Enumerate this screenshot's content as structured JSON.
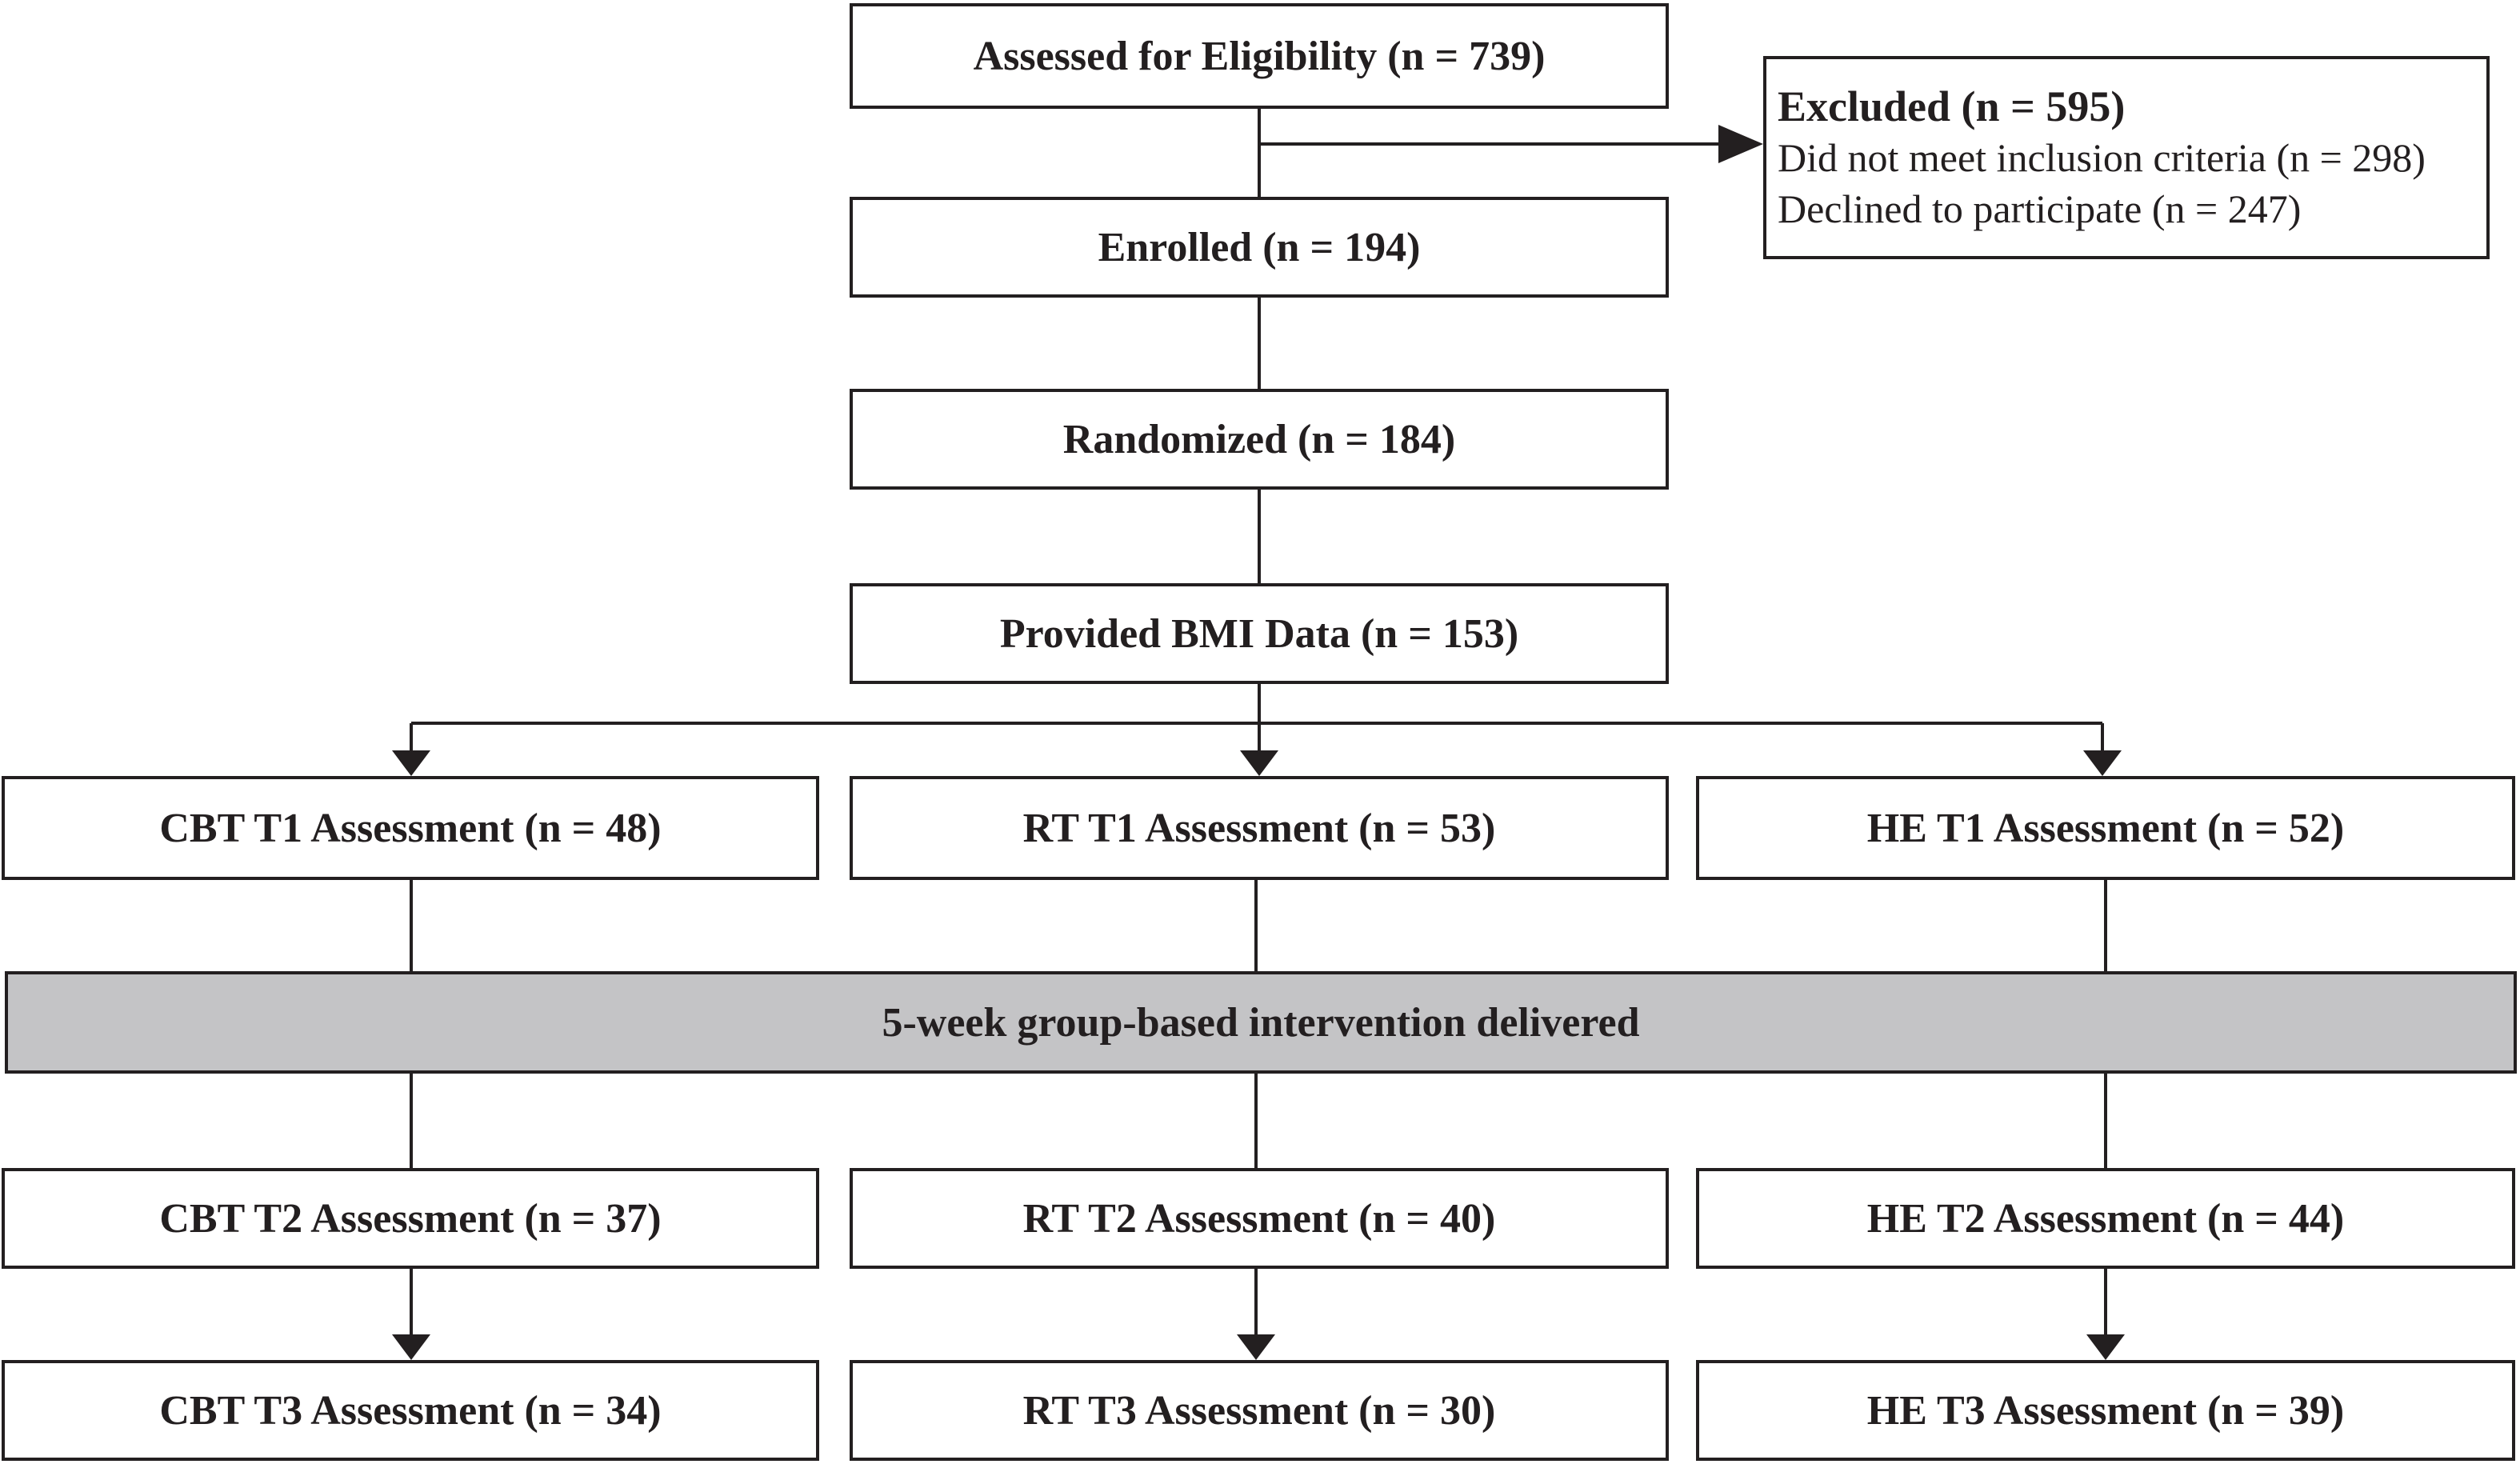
{
  "flow": {
    "assessed": "Assessed for Eligibility (n = 739)",
    "excluded": {
      "title": "Excluded (n = 595)",
      "reasons": [
        "Did not meet inclusion criteria (n = 298)",
        "Declined to participate (n = 247)"
      ]
    },
    "enrolled": "Enrolled (n = 194)",
    "randomized": "Randomized (n = 184)",
    "bmi": "Provided BMI Data (n = 153)",
    "intervention": "5-week group-based intervention delivered",
    "groups": [
      {
        "t1": "CBT T1 Assessment (n = 48)",
        "t2": "CBT T2 Assessment (n = 37)",
        "t3": "CBT T3 Assessment (n = 34)"
      },
      {
        "t1": "RT T1 Assessment (n = 53)",
        "t2": "RT T2 Assessment (n = 40)",
        "t3": "RT T3 Assessment (n = 30)"
      },
      {
        "t1": "HE T1 Assessment (n = 52)",
        "t2": "HE T2 Assessment (n = 44)",
        "t3": "HE T3 Assessment (n = 39)"
      }
    ]
  }
}
